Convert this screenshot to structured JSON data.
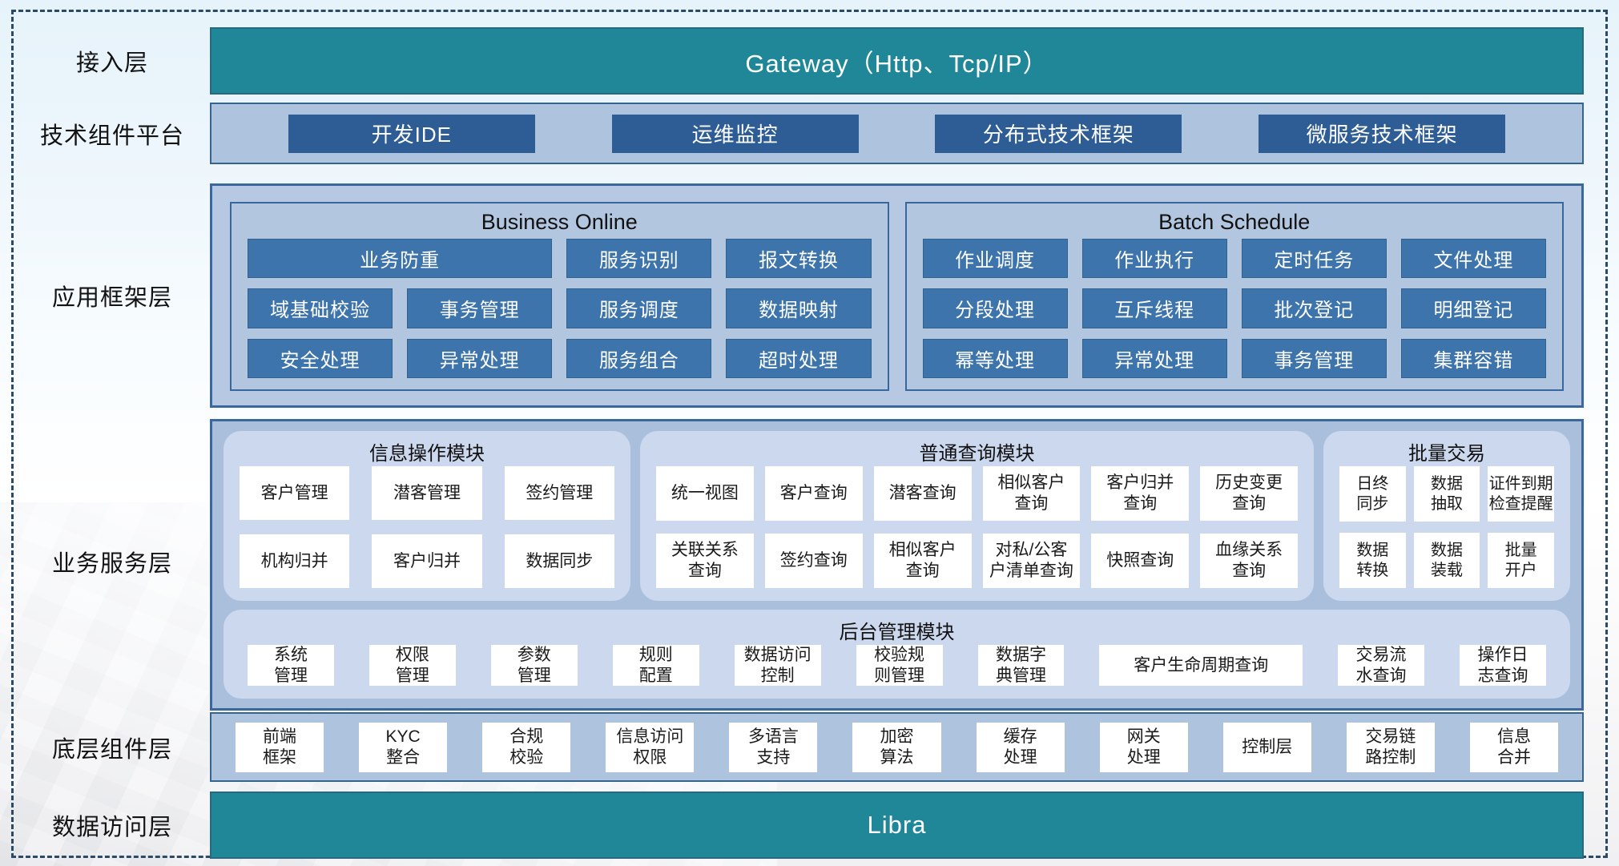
{
  "colors": {
    "teal": "#1f8798",
    "dark_blue_button": "#2e5c95",
    "mid_blue_button": "#3d74ab",
    "panel_blue": "#aec3de",
    "panel_light_blue": "#ccd8ee",
    "border_blue": "#38679e",
    "dashed_frame": "#2b4a66",
    "box_white": "#ffffff"
  },
  "access": {
    "label": "接入层",
    "gateway": "Gateway（Http、Tcp/IP）"
  },
  "tech": {
    "label": "技术组件平台",
    "items": [
      {
        "label": "开发IDE"
      },
      {
        "label": "运维监控"
      },
      {
        "label": "分布式技术框架"
      },
      {
        "label": "微服务技术框架"
      }
    ]
  },
  "framework": {
    "label": "应用框架层",
    "business_online": {
      "title": "Business Online",
      "items": [
        {
          "label": "业务防重",
          "span": 2
        },
        {
          "label": "服务识别"
        },
        {
          "label": "报文转换"
        },
        {
          "label": "域基础校验"
        },
        {
          "label": "事务管理"
        },
        {
          "label": "服务调度"
        },
        {
          "label": "数据映射"
        },
        {
          "label": "安全处理"
        },
        {
          "label": "异常处理"
        },
        {
          "label": "服务组合"
        },
        {
          "label": "超时处理"
        }
      ]
    },
    "batch_schedule": {
      "title": "Batch Schedule",
      "items": [
        {
          "label": "作业调度"
        },
        {
          "label": "作业执行"
        },
        {
          "label": "定时任务"
        },
        {
          "label": "文件处理"
        },
        {
          "label": "分段处理"
        },
        {
          "label": "互斥线程"
        },
        {
          "label": "批次登记"
        },
        {
          "label": "明细登记"
        },
        {
          "label": "幂等处理"
        },
        {
          "label": "异常处理"
        },
        {
          "label": "事务管理"
        },
        {
          "label": "集群容错"
        }
      ]
    }
  },
  "service": {
    "label": "业务服务层",
    "info_module": {
      "title": "信息操作模块",
      "items": [
        {
          "label": "客户管理"
        },
        {
          "label": "潜客管理"
        },
        {
          "label": "签约管理"
        },
        {
          "label": "机构归并"
        },
        {
          "label": "客户归并"
        },
        {
          "label": "数据同步"
        }
      ]
    },
    "query_module": {
      "title": "普通查询模块",
      "items": [
        {
          "label": "统一视图"
        },
        {
          "label": "客户查询"
        },
        {
          "label": "潜客查询"
        },
        {
          "label": "相似客户\n查询"
        },
        {
          "label": "客户归并\n查询"
        },
        {
          "label": "历史变更\n查询"
        },
        {
          "label": "关联关系\n查询"
        },
        {
          "label": "签约查询"
        },
        {
          "label": "相似客户\n查询"
        },
        {
          "label": "对私/公客\n户清单查询"
        },
        {
          "label": "快照查询"
        },
        {
          "label": "血缘关系\n查询"
        }
      ]
    },
    "batch_module": {
      "title": "批量交易",
      "items": [
        {
          "label": "日终\n同步"
        },
        {
          "label": "数据\n抽取"
        },
        {
          "label": "证件到期\n检查提醒"
        },
        {
          "label": "数据\n转换"
        },
        {
          "label": "数据\n装载"
        },
        {
          "label": "批量\n开户"
        }
      ]
    },
    "admin_module": {
      "title": "后台管理模块",
      "items": [
        {
          "label": "系统\n管理"
        },
        {
          "label": "权限\n管理"
        },
        {
          "label": "参数\n管理"
        },
        {
          "label": "规则\n配置"
        },
        {
          "label": "数据访问\n控制"
        },
        {
          "label": "校验规\n则管理"
        },
        {
          "label": "数据字\n典管理"
        },
        {
          "label": "客户生命周期查询",
          "wide": true
        },
        {
          "label": "交易流\n水查询"
        },
        {
          "label": "操作日\n志查询"
        }
      ]
    }
  },
  "component": {
    "label": "底层组件层",
    "items": [
      {
        "label": "前端\n框架"
      },
      {
        "label": "KYC\n整合"
      },
      {
        "label": "合规\n校验"
      },
      {
        "label": "信息访问\n权限"
      },
      {
        "label": "多语言\n支持"
      },
      {
        "label": "加密\n算法"
      },
      {
        "label": "缓存\n处理"
      },
      {
        "label": "网关\n处理"
      },
      {
        "label": "控制层"
      },
      {
        "label": "交易链\n路控制"
      },
      {
        "label": "信息\n合并"
      }
    ]
  },
  "data_layer": {
    "label": "数据访问层",
    "bar": "Libra"
  }
}
